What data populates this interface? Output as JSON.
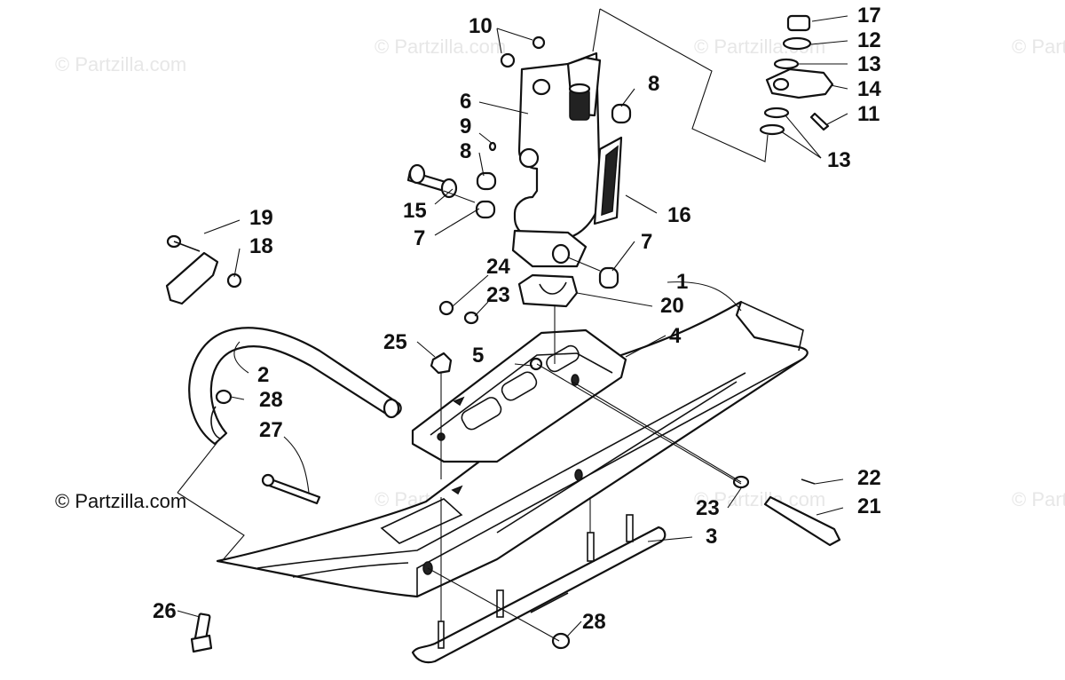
{
  "watermark": {
    "text": "© Partzilla.com",
    "main_text": "© Partzilla.com"
  },
  "callouts": {
    "c1": "1",
    "c2": "2",
    "c3": "3",
    "c4": "4",
    "c5": "5",
    "c6": "6",
    "c7a": "7",
    "c7b": "7",
    "c8a": "8",
    "c8b": "8",
    "c9": "9",
    "c10": "10",
    "c11": "11",
    "c12": "12",
    "c13a": "13",
    "c13b": "13",
    "c14": "14",
    "c15": "15",
    "c16": "16",
    "c17": "17",
    "c18": "18",
    "c19": "19",
    "c20": "20",
    "c21": "21",
    "c22": "22",
    "c23a": "23",
    "c23b": "23",
    "c24": "24",
    "c25": "25",
    "c26": "26",
    "c27": "27",
    "c28a": "28",
    "c28b": "28"
  }
}
